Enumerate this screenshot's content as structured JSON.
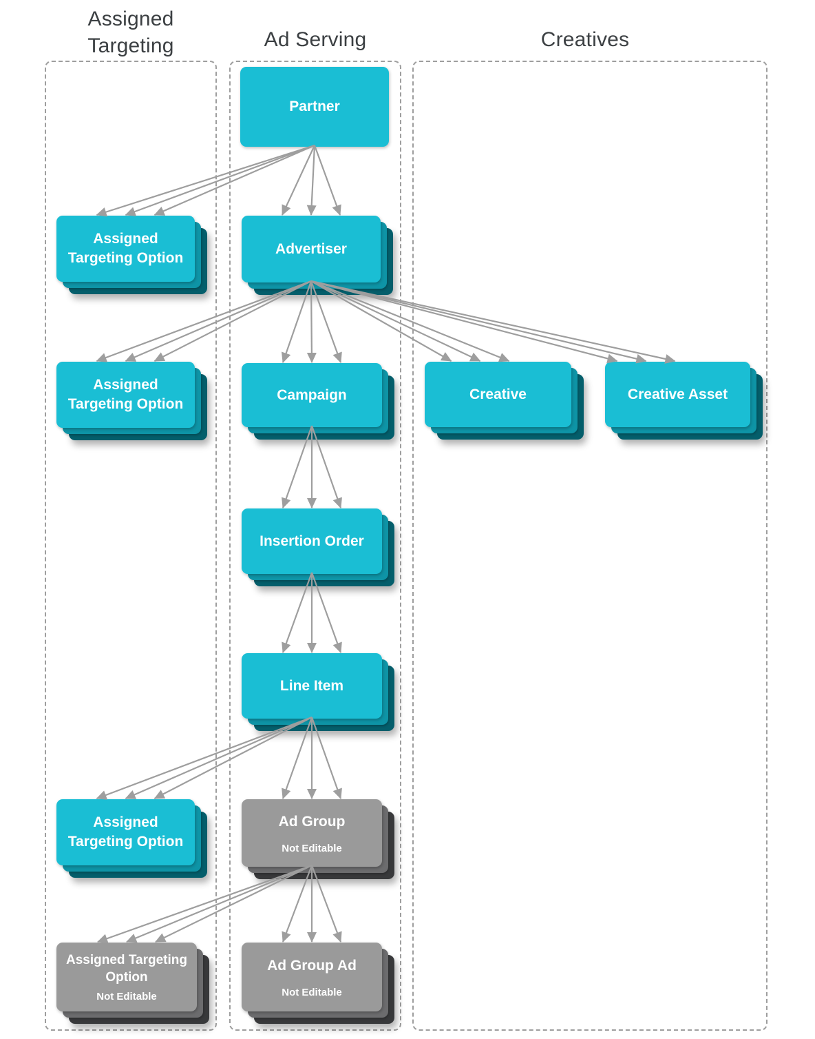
{
  "diagram": {
    "headers": [
      {
        "id": "assigned-targeting",
        "label": "Assigned Targeting"
      },
      {
        "id": "ad-serving",
        "label": "Ad Serving"
      },
      {
        "id": "creatives",
        "label": "Creatives"
      }
    ],
    "colors": {
      "box_cyan": "#1ABED4",
      "box_cyan_mid": "#0E94A6",
      "box_cyan_back": "#045E6B",
      "box_gray": "#9A9A9A",
      "box_gray_mid": "#6C6C6E",
      "box_gray_back": "#38393B",
      "arrow": "#9E9E9E",
      "column_border": "#9E9E9E",
      "header_text": "#3C4043",
      "box_text": "#FFFFFF"
    },
    "nodes": [
      {
        "id": "partner",
        "label": "Partner",
        "style": "cyan-single"
      },
      {
        "id": "ato1",
        "label": "Assigned Targeting Option",
        "style": "cyan-stack"
      },
      {
        "id": "advertiser",
        "label": "Advertiser",
        "style": "cyan-stack"
      },
      {
        "id": "ato2",
        "label": "Assigned Targeting Option",
        "style": "cyan-stack"
      },
      {
        "id": "campaign",
        "label": "Campaign",
        "style": "cyan-stack"
      },
      {
        "id": "creative",
        "label": "Creative",
        "style": "cyan-stack"
      },
      {
        "id": "creative_asset",
        "label": "Creative Asset",
        "style": "cyan-stack"
      },
      {
        "id": "insertion_order",
        "label": "Insertion Order",
        "style": "cyan-stack"
      },
      {
        "id": "line_item",
        "label": "Line Item",
        "style": "cyan-stack"
      },
      {
        "id": "ato3",
        "label": "Assigned Targeting Option",
        "style": "cyan-stack"
      },
      {
        "id": "ad_group",
        "label": "Ad Group",
        "sublabel": "Not Editable",
        "style": "gray-stack"
      },
      {
        "id": "ato4",
        "label": "Assigned Targeting Option",
        "sublabel": "Not Editable",
        "style": "gray-stack"
      },
      {
        "id": "ad_group_ad",
        "label": "Ad Group Ad",
        "sublabel": "Not Editable",
        "style": "gray-stack"
      }
    ],
    "edges": [
      {
        "from": "partner",
        "to": "ato1"
      },
      {
        "from": "partner",
        "to": "advertiser"
      },
      {
        "from": "advertiser",
        "to": "ato2"
      },
      {
        "from": "advertiser",
        "to": "campaign"
      },
      {
        "from": "advertiser",
        "to": "creative"
      },
      {
        "from": "advertiser",
        "to": "creative_asset"
      },
      {
        "from": "campaign",
        "to": "insertion_order"
      },
      {
        "from": "insertion_order",
        "to": "line_item"
      },
      {
        "from": "line_item",
        "to": "ato3"
      },
      {
        "from": "line_item",
        "to": "ad_group"
      },
      {
        "from": "ad_group",
        "to": "ato4"
      },
      {
        "from": "ad_group",
        "to": "ad_group_ad"
      }
    ]
  }
}
